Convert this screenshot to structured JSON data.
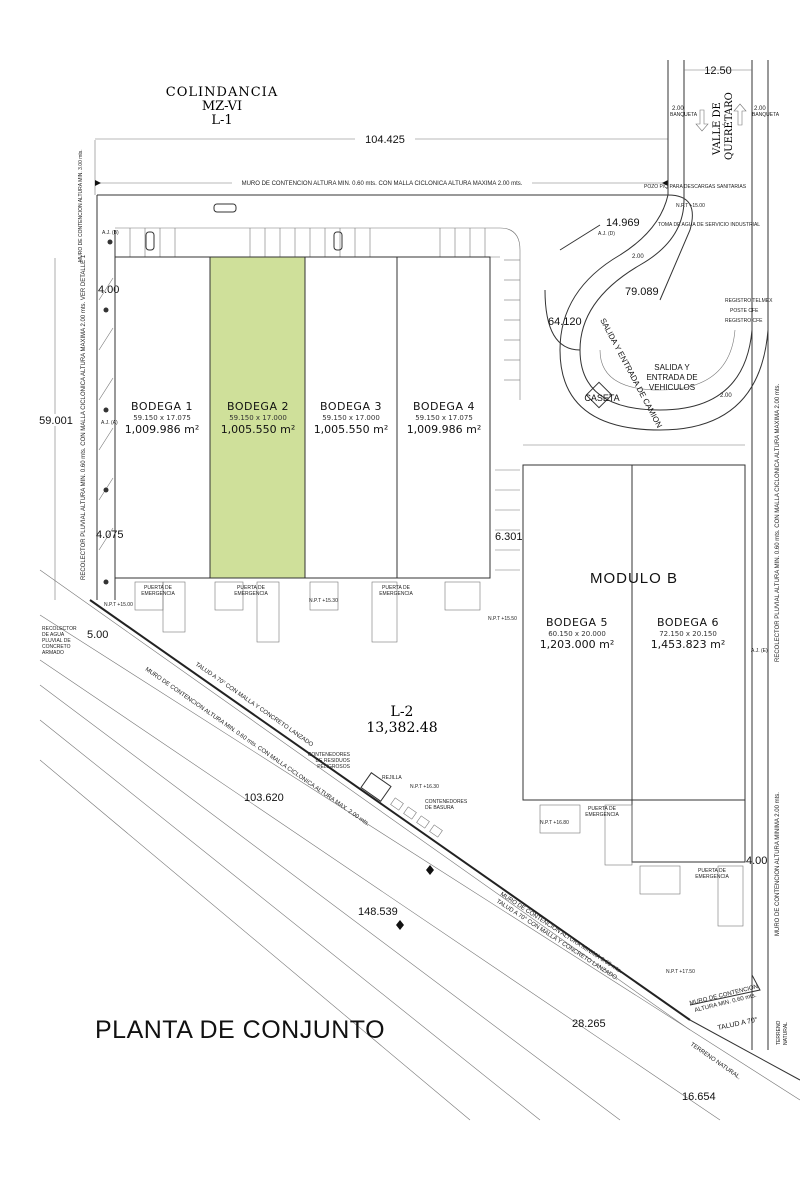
{
  "title": "PLANTA DE CONJUNTO",
  "neighbor": {
    "line1": "COLINDANCIA",
    "line2": "MZ-VI",
    "line3": "L-1"
  },
  "lot": {
    "name": "L-2",
    "area": "13,382.48"
  },
  "street": {
    "line1": "VALLE DE",
    "line2": "QUERÉTARO",
    "width": "12.50",
    "sidewalk": "2.00",
    "sidewalk_label": "BANQUETA"
  },
  "dimensions": {
    "top": "104.425",
    "left": "59.001",
    "left_top": "4.00",
    "left_bottom": "4.075",
    "mid": "6.301",
    "diag1": "103.620",
    "diag2": "148.539",
    "diag3": "28.265",
    "diag4": "16.654",
    "offset": "5.00",
    "right_bottom": "4.00",
    "curve1": "14.969",
    "curve2": "79.089",
    "curve3": "64.120"
  },
  "walls": {
    "top": "MURO DE CONTENCION ALTURA MIN. 0.60 mts. CON MALLA CICLONICA ALTURA MAXIMA 2.00 mts.",
    "left": "RECOLECTOR PLUVIAL ALTURA MIN. 0.60 mts. CON MALLA CICLONICA ALTURA MAXIMA 2.00 mts. VER DETALLE 1",
    "left_top": "MURO DE CONTENCION ALTURA MIN. 3.00 mts.",
    "right_upper": "RECOLECTOR PLUVIAL ALTURA MIN. 0.60 mts. CON MALLA CICLONICA ALTURA MAXIMA 2.00 mts.",
    "right_lower": "MURO DE CONTENCION ALTURA MINIMA 2.00 mts.",
    "diag_main": "MURO DE CONTENCION ALTURA MIN. 0.60 mts. CON MALLA CICLONICA ALTURA MAX. 2.00 mts.",
    "diag_main2": "TALUD A 70° CON MALLA Y CONCRETO LANZADO",
    "diag_low": "MURO DE CONTENCION ALTURA MINIMA 0.60 mts.",
    "diag_low2": "TALUD A 70° CON MALLA Y CONCRETO LANZADO.",
    "corner": "MURO DE CONTENCION",
    "corner2": "ALTURA MIN. 0.60 mts.",
    "talud": "TALUD A 70°",
    "terreno": "TERRENO NATURAL.",
    "terreno_v1": "TERRENO",
    "terreno_v2": "NATURAL"
  },
  "module_a": {
    "bodegas": [
      {
        "name": "BODEGA 1",
        "size": "59.150 x 17.075",
        "area": "1,009.986 m²"
      },
      {
        "name": "BODEGA 2",
        "size": "59.150 x 17.000",
        "area": "1,005.550 m²"
      },
      {
        "name": "BODEGA 3",
        "size": "59.150 x 17.000",
        "area": "1,005.550 m²"
      },
      {
        "name": "BODEGA 4",
        "size": "59.150 x 17.075",
        "area": "1,009.986 m²"
      }
    ]
  },
  "module_b": {
    "title": "MODULO B",
    "bodegas": [
      {
        "name": "BODEGA 5",
        "size": "60.150 x 20.000",
        "area": "1,203.000 m²"
      },
      {
        "name": "BODEGA 6",
        "size": "72.150 x 20.150",
        "area": "1,453.823 m²"
      }
    ]
  },
  "labels": {
    "emergency": "PUERTA DE EMERGENCIA",
    "emergency1": "PUERTA DE",
    "emergency2": "EMERGENCIA",
    "npt_1500": "N.P.T +15.00",
    "npt_1530": "N.P.T +15.30",
    "npt_1550": "N.P.T +15.50",
    "npt_1630": "N.P.T +16.30",
    "npt_1680": "N.P.T +16.80",
    "npt_1750": "N.P.T +17.50",
    "truck_exit": "SALIDA Y ENTRADA DE CAMION",
    "vehicle_exit1": "SALIDA Y",
    "vehicle_exit2": "ENTRADA DE",
    "vehicle_exit3": "VEHICULOS",
    "caseta": "CASETA",
    "recolector": [
      "RECOLECTOR",
      "DE AGUA",
      "PLUVIAL DE",
      "CONCRETO",
      "ARMADO"
    ],
    "haz_containers": [
      "CONTENEDORES",
      "DE RESIDUOS",
      "PELIGROSOS"
    ],
    "rejilla": "REJILLA",
    "trash": [
      "CONTENEDORES",
      "DE BASURA"
    ],
    "pozo": "POZO P/Q PARA DESCARGAS SANITARIAS",
    "toma": "TOMA DE AGUA DE SERVICIO INDUSTRIAL",
    "registro_telmex": "REGISTRO TELMEX",
    "poste_cfe": "POSTE CFE",
    "registro_cfe": "REGISTRO CFE",
    "aj_a": "A.J. (A)",
    "aj_b": "A.J. (B)",
    "aj_d": "A.J. (D)",
    "aj_e": "A.J. (E)"
  },
  "colors": {
    "highlight": "#cfe09a",
    "line": "#333333"
  }
}
